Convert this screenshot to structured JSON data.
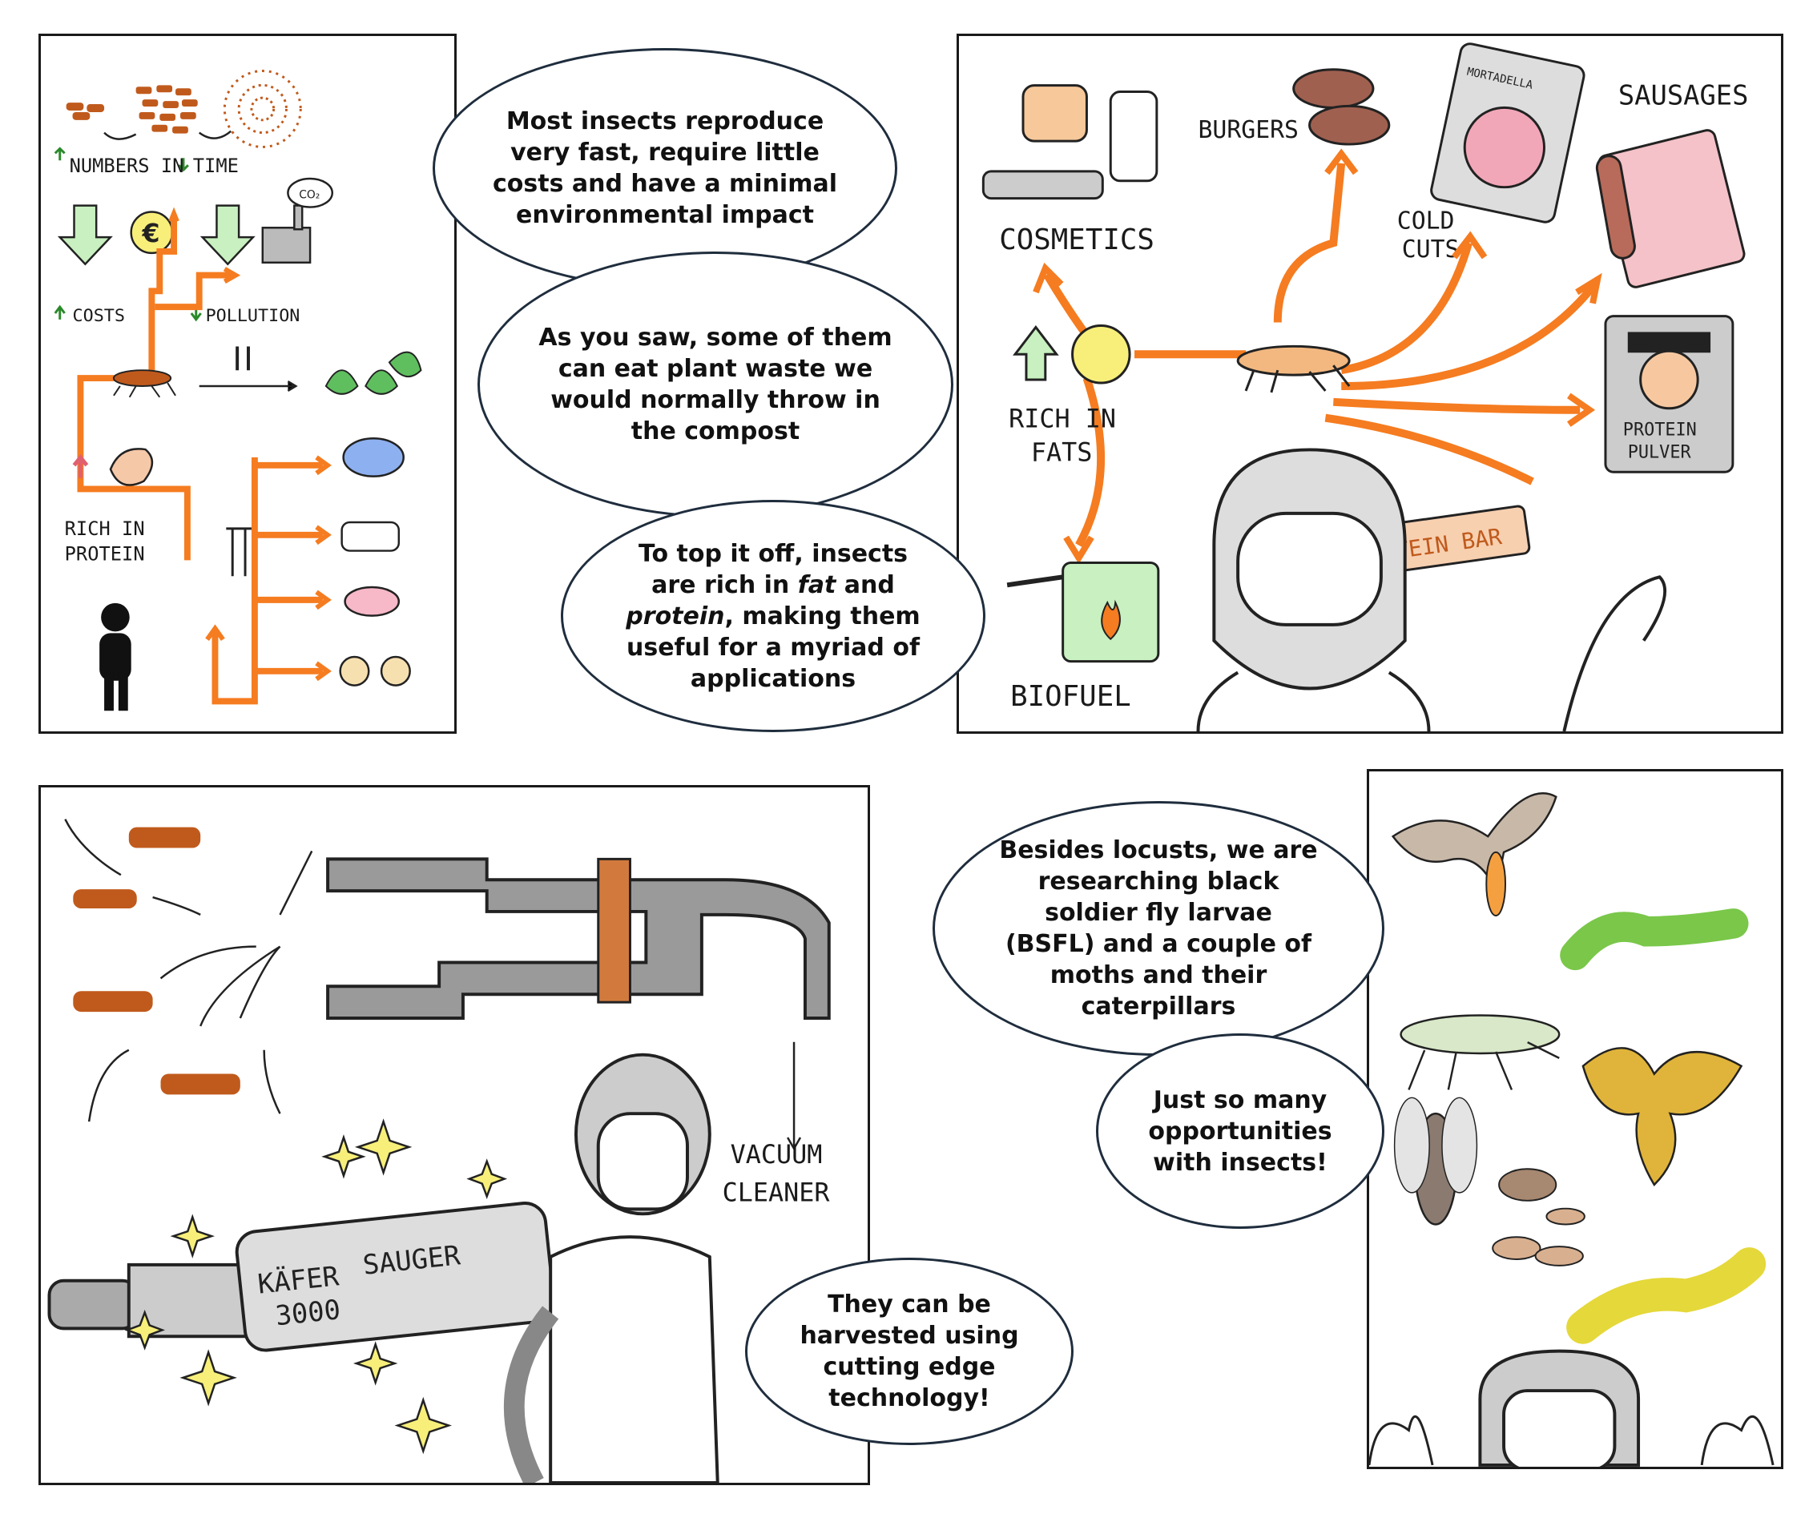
{
  "panel1": {
    "numbers_in_time": "NUMBERS IN",
    "time_label": "TIME",
    "costs_label": "COSTS",
    "pollution_label": "POLLUTION",
    "co2_label": "CO₂",
    "rich_in_protein_line1": "RICH IN",
    "rich_in_protein_line2": "PROTEIN"
  },
  "bubbles": {
    "reproduce": "Most insects reproduce very fast, require little costs and have a minimal environmental impact",
    "plant_waste": "As you saw, some of them can eat plant waste we would normally throw in the compost",
    "top_off_part1": "To top it off, insects are rich in ",
    "top_off_fat": "fat",
    "top_off_part2": " and ",
    "top_off_protein": "protein",
    "top_off_part3": ", making them useful for a myriad of applications",
    "besides_locusts": "Besides locusts, we are researching black soldier fly larvae (BSFL) and a couple of moths and their caterpillars",
    "opportunities": "Just so many opportunities with insects!",
    "harvested": "They can be harvested using cutting edge technology!"
  },
  "panel2": {
    "cosmetics": "COSMETICS",
    "burgers": "BURGERS",
    "mortadella": "MORTADELLA",
    "sausages": "SAUSAGES",
    "cold_cuts_line1": "COLD",
    "cold_cuts_line2": "CUTS",
    "rich_in_fats_line1": "RICH IN",
    "rich_in_fats_line2": "FATS",
    "biofuel": "BIOFUEL",
    "protein_bar": "PROTEIN BAR",
    "protein_pulver_line1": "PROTEIN",
    "protein_pulver_line2": "PULVER"
  },
  "panel3": {
    "vacuum_line1": "VACUUM",
    "vacuum_line2": "CLEANER",
    "kafer": "KÄFER",
    "sauger": "SAUGER",
    "model": "3000"
  },
  "colors": {
    "orange": "#f57c20",
    "insect": "#c05a1c",
    "green_arrow": "#c8f0c0",
    "gray": "#9a9a9a",
    "yellow": "#f7ef7a"
  }
}
